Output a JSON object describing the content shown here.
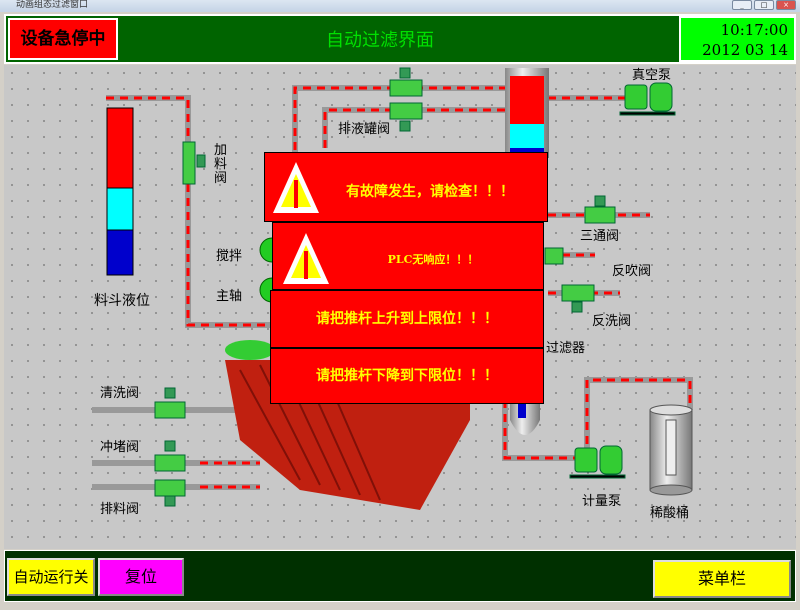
{
  "window": {
    "title": "动画组态过滤窗口",
    "buttons": [
      "minimize",
      "maximize",
      "close"
    ]
  },
  "header": {
    "status": "设备急停中",
    "title": "自动过滤界面",
    "time": "10:17:00",
    "date": "2012  03 14"
  },
  "labels": {
    "feed_valve": "加料阀",
    "agitator": "搅拌",
    "spindle": "主轴",
    "hopper_level": "料斗液位",
    "drain_tank_valve": "排液罐阀",
    "vacuum_pump": "真空泵",
    "three_way_valve": "三通阀",
    "blowback_valve": "反吹阀",
    "backwash_valve": "反洗阀",
    "filter": "过滤器",
    "metering_pump": "计量泵",
    "dilute_acid_tank": "稀酸桶",
    "wash_valve": "清洗阀",
    "flush_valve": "冲堵阀",
    "discharge_valve": "排料阀"
  },
  "hopper_level": {
    "red_fraction": 0.48,
    "cyan_fraction": 0.25,
    "blue_fraction": 0.27
  },
  "drain_tank_level": {
    "red_fraction": 0.6,
    "cyan_fraction": 0.3,
    "blue_fraction": 0.1
  },
  "alarms": [
    {
      "text": "有故障发生，请检查！！！",
      "icon": "warning-icon"
    },
    {
      "text": "PLC无响应！！！",
      "icon": "warning-icon"
    },
    {
      "text": "请把推杆上升到上限位！！！"
    },
    {
      "text": "请把推杆下降到下限位！！！"
    }
  ],
  "footer": {
    "auto_run": "自动运行关",
    "reset": "复位",
    "menu": "菜单栏"
  },
  "colors": {
    "header_bg": "#006400",
    "estop": "#ff0000",
    "clock_bg": "#00ff00",
    "alarm_bg": "#ff0000",
    "alarm_text": "#ffff00"
  }
}
